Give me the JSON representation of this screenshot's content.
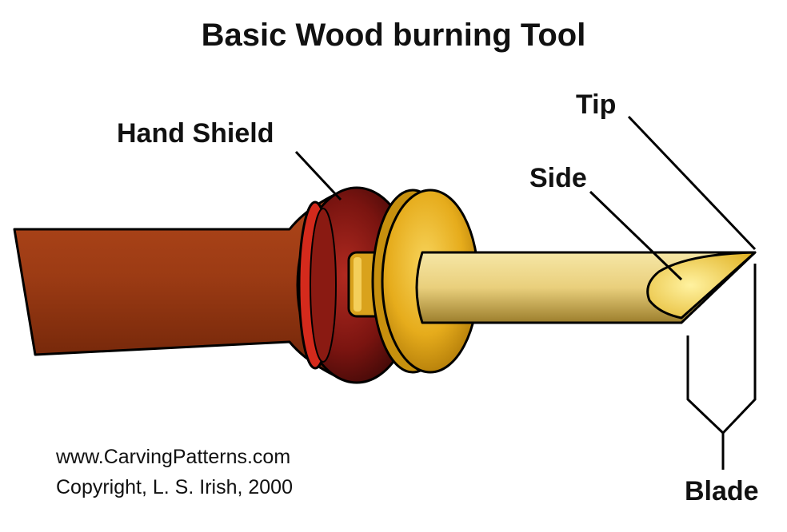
{
  "title": "Basic Wood burning Tool",
  "labels": {
    "hand_shield": "Hand Shield",
    "tip": "Tip",
    "side": "Side",
    "blade": "Blade"
  },
  "credits": {
    "website": "www.CarvingPatterns.com",
    "copyright": "Copyright, L. S. Irish, 2000"
  },
  "colors": {
    "handle": "#9c3b14",
    "hand_shield": "#7a1410",
    "hand_shield_rim": "#d42a1c",
    "washer": "#e6ac1c",
    "nib": "#e9cf7c",
    "outline": "#000000"
  }
}
